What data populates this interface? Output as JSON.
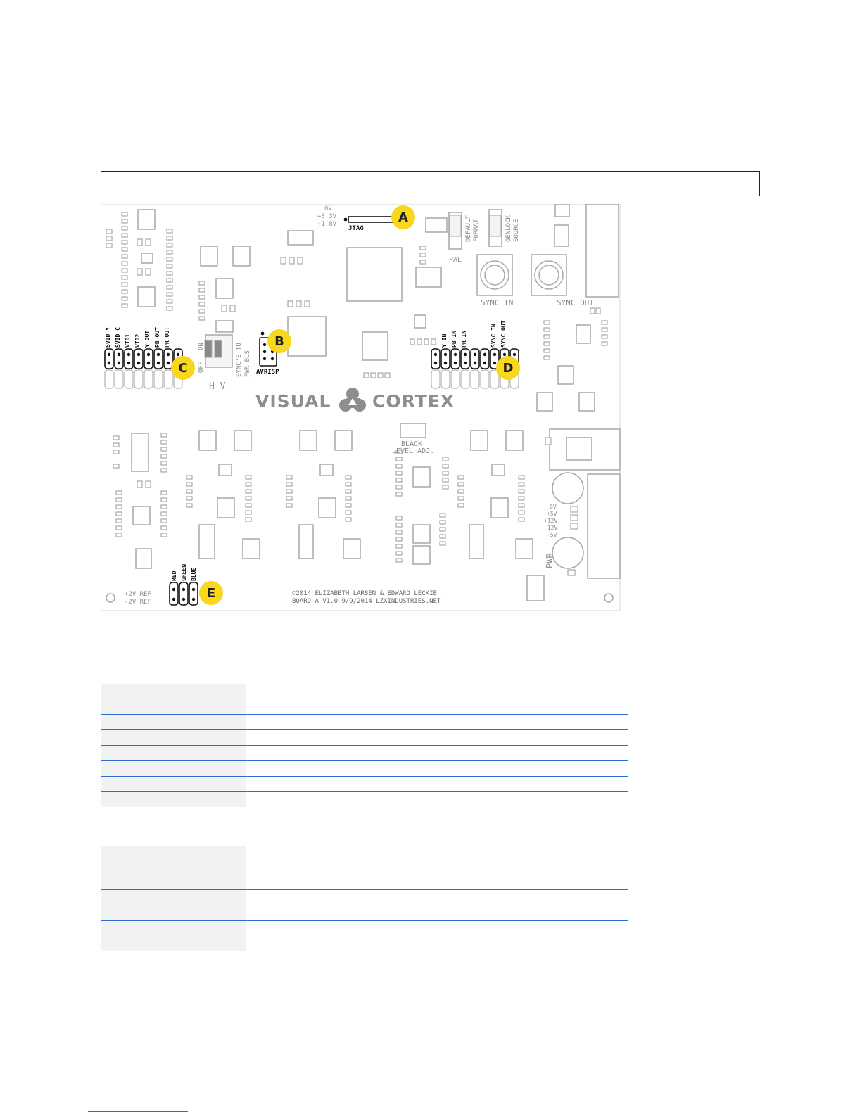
{
  "callouts": [
    "A",
    "B",
    "C",
    "D",
    "E"
  ],
  "labels": {
    "jtag": "JTAG",
    "jtag_voltages": [
      "0V",
      "+3.3V",
      "+1.8V"
    ],
    "avrisp": "AVRISP",
    "on": "ON",
    "off": "OFF",
    "hv": "H V",
    "syncs_to_pwr_bus_1": "SYNC'S TO",
    "syncs_to_pwr_bus_2": "PWR BUS",
    "default_format_1": "DEFAULT",
    "default_format_2": "FORMAT",
    "pal": "PAL",
    "genlock_source_1": "GENLOCK",
    "genlock_source_2": "SOURCE",
    "sync_in": "SYNC IN",
    "sync_out": "SYNC OUT",
    "black_level_1": "BLACK",
    "black_level_2": "LEVEL ADJ.",
    "pwr": "PWR",
    "pwr_rails": [
      "0V",
      "+5V",
      "+12V",
      "-12V",
      "-5V"
    ],
    "ref_1": "+2V REF",
    "ref_2": "-2V REF",
    "left_header_pins": [
      "SVID Y",
      "SVID C",
      "VID1",
      "VID2",
      "Y OUT",
      "PB OUT",
      "PR OUT"
    ],
    "right_header_pins": [
      "Y IN",
      "PB IN",
      "PR IN",
      "",
      "",
      "SYNC IN",
      "SYNC OUT"
    ],
    "rgb_pins": [
      "RED",
      "GREEN",
      "BLUE"
    ],
    "logo_left": "VISUAL",
    "logo_right": "CORTEX",
    "copyright": "©2014 ELIZABETH LARSEN & EDWARD LECKIE",
    "board": "BOARD A V1.0 9/9/2014  LZXINDUSTRIES.NET"
  },
  "table1_rows": 8,
  "table2_rows": 6
}
